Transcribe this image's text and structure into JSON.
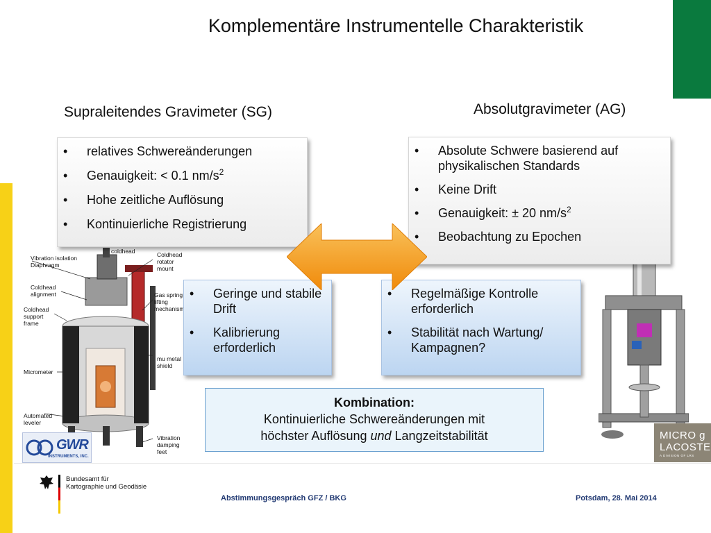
{
  "title": "Komplementäre Instrumentelle Charakteristik",
  "sg": {
    "heading": "Supraleitendes Gravimeter (SG)",
    "bullets": [
      {
        "text": "relatives Schwereänderungen"
      },
      {
        "text": "Genauigkeit:  < 0.1  nm/s",
        "sup": "2"
      },
      {
        "text": "Hohe zeitliche Auflösung"
      },
      {
        "text": "Kontinuierliche Registrierung"
      }
    ],
    "cons": [
      "Geringe und stabile Drift",
      "Kalibrierung erforderlich"
    ]
  },
  "ag": {
    "heading": "Absolutgravimeter (AG)",
    "bullets": [
      {
        "text": "Absolute Schwere basierend auf physikalischen Standards"
      },
      {
        "text": "Keine Drift"
      },
      {
        "text": "Genauigkeit: ± 20 nm/s",
        "sup": "2"
      },
      {
        "text": "Beobachtung zu Epochen"
      }
    ],
    "cons": [
      "Regelmäßige Kontrolle erforderlich",
      "Stabilität nach Wartung/ Kampagnen?"
    ]
  },
  "bullet_char": "•",
  "combination": {
    "title": "Kombination:",
    "line1": "Kontinuierliche Schwereänderungen mit",
    "line2_pre": "höchster Auflösung ",
    "line2_em": "und",
    "line2_post": " Langzeitstabilität"
  },
  "sg_callouts": {
    "coldhead": "coldhead",
    "vibration_iso": "Vibration isolation Diaphragm",
    "coldhead_rotator": "Coldhead rotator mount",
    "coldhead_alignment": "Coldhead alignment",
    "gas_spring": "Gas spring lifting mechanism",
    "coldhead_support": "Coldhead support frame",
    "mu_metal": "mu metal shield",
    "micrometer": "Micrometer",
    "automated_leveler": "Automated leveler",
    "vibration_damping": "Vibration damping feet"
  },
  "logos": {
    "gwr": "GWR",
    "gwr_sub": "INSTRUMENTS, INC.",
    "ml_line1": "MICRO g",
    "ml_line2": "LACOSTE",
    "ml_line3": "A DIVISION OF LRS",
    "bkg_line1": "Bundesamt für",
    "bkg_line2": "Kartographie und Geodäsie"
  },
  "footer": {
    "left": "Abstimmungsgespräch GFZ / BKG",
    "right": "Potsdam, 28. Mai 2014"
  },
  "colors": {
    "green_accent": "#0a7a3e",
    "yellow_accent": "#f7d117",
    "arrow_orange": "#f59a12",
    "footer_text": "#223a73"
  }
}
